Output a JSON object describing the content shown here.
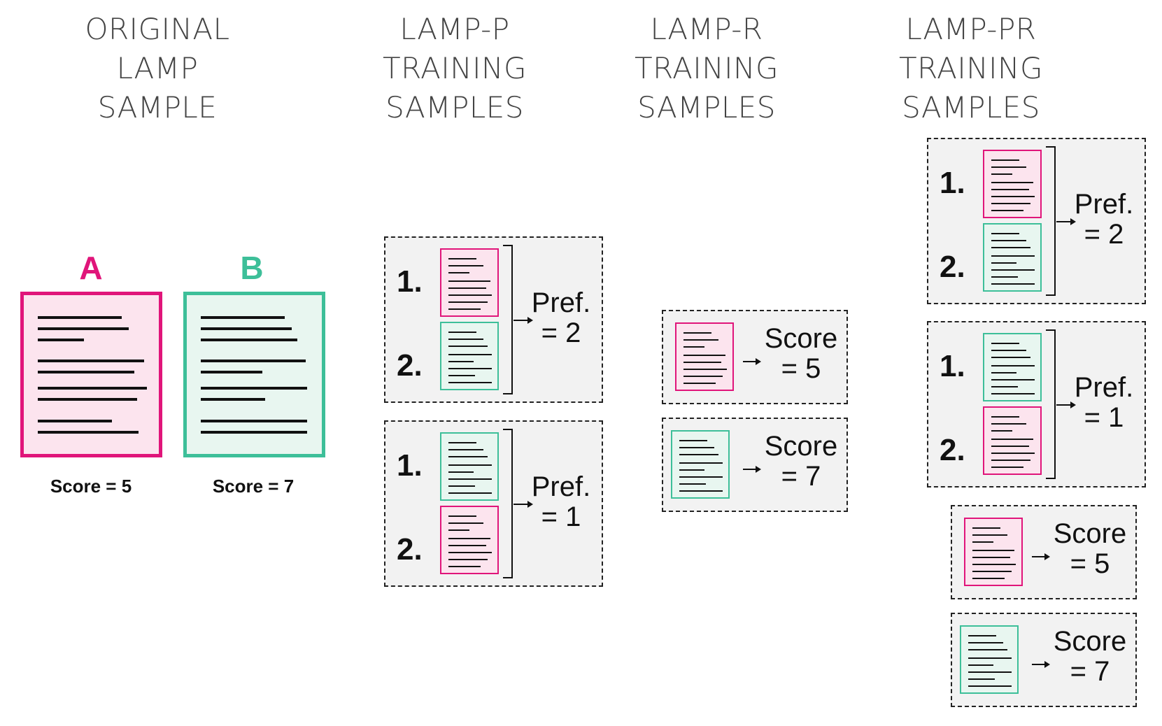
{
  "headers": {
    "original": [
      "ORIGINAL",
      "LAMP",
      "SAMPLE"
    ],
    "lamp_p": [
      "LAMP-P",
      "TRAINING",
      "SAMPLES"
    ],
    "lamp_r": [
      "LAMP-R",
      "TRAINING",
      "SAMPLES"
    ],
    "lamp_pr": [
      "LAMP-PR",
      "TRAINING",
      "SAMPLES"
    ]
  },
  "original": {
    "doc_a": {
      "label": "A",
      "score_caption": "Score = 5",
      "color": "#e0157a"
    },
    "doc_b": {
      "label": "B",
      "score_caption": "Score = 7",
      "color": "#3dbf99"
    }
  },
  "rank_labels": {
    "first": "1.",
    "second": "2."
  },
  "lamp_p": [
    {
      "first": "A",
      "second": "B",
      "result": [
        "Pref.",
        "= 2"
      ]
    },
    {
      "first": "B",
      "second": "A",
      "result": [
        "Pref.",
        "= 1"
      ]
    }
  ],
  "lamp_r": [
    {
      "doc": "A",
      "result": [
        "Score",
        "= 5"
      ]
    },
    {
      "doc": "B",
      "result": [
        "Score",
        "= 7"
      ]
    }
  ],
  "lamp_pr": {
    "pairs": [
      {
        "first": "A",
        "second": "B",
        "result": [
          "Pref.",
          "= 2"
        ]
      },
      {
        "first": "B",
        "second": "A",
        "result": [
          "Pref.",
          "= 1"
        ]
      }
    ],
    "singles": [
      {
        "doc": "A",
        "result": [
          "Score",
          "= 5"
        ]
      },
      {
        "doc": "B",
        "result": [
          "Score",
          "= 7"
        ]
      }
    ]
  }
}
